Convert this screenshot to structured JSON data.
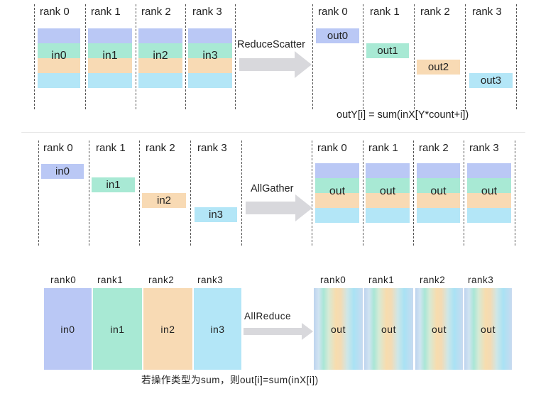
{
  "colors": {
    "blue": "#bac8f5",
    "green": "#a8e9d4",
    "orange": "#f8dab4",
    "cyan": "#b3e6f7"
  },
  "reduce_scatter": {
    "input_ranks": [
      "rank 0",
      "rank 1",
      "rank 2",
      "rank 3"
    ],
    "inputs": [
      "in0",
      "in1",
      "in2",
      "in3"
    ],
    "op_label": "ReduceScatter",
    "output_ranks": [
      "rank 0",
      "rank 1",
      "rank 2",
      "rank 3"
    ],
    "outputs": [
      "out0",
      "out1",
      "out2",
      "out3"
    ],
    "formula": "outY[i] = sum(inX[Y*count+i])"
  },
  "all_gather": {
    "input_ranks": [
      "rank 0",
      "rank 1",
      "rank 2",
      "rank 3"
    ],
    "inputs": [
      "in0",
      "in1",
      "in2",
      "in3"
    ],
    "op_label": "AllGather",
    "output_ranks": [
      "rank 0",
      "rank 1",
      "rank 2",
      "rank 3"
    ],
    "outputs": [
      "out",
      "out",
      "out",
      "out"
    ]
  },
  "all_reduce": {
    "input_ranks": [
      "rank0",
      "rank1",
      "rank2",
      "rank3"
    ],
    "inputs": [
      "in0",
      "in1",
      "in2",
      "in3"
    ],
    "op_label": "AllReduce",
    "output_ranks": [
      "rank0",
      "rank1",
      "rank2",
      "rank3"
    ],
    "outputs": [
      "out",
      "out",
      "out",
      "out"
    ],
    "formula": "若操作类型为sum，则out[i]=sum(inX[i])"
  }
}
